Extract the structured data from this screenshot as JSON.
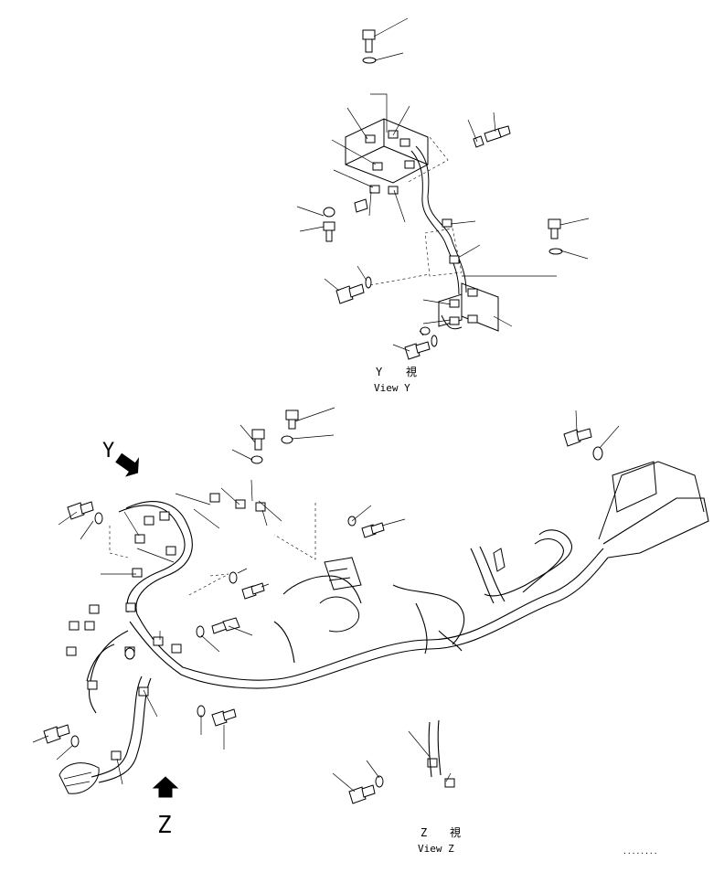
{
  "view_y": {
    "letter": "Y",
    "kanji": "視",
    "caption": "View Y"
  },
  "view_z": {
    "letter": "Z",
    "kanji": "視",
    "caption": "View Z"
  },
  "markers": {
    "y_arrow_label": "Y",
    "z_arrow_label": "Z"
  },
  "footer": {
    "code": "........"
  }
}
